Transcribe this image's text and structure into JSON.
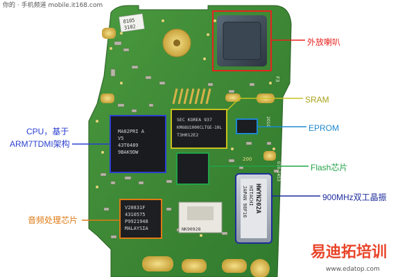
{
  "header_text": "你的 · 手机频道 mobile.it168.com",
  "labels": {
    "cpu_line1": "CPU，基于",
    "cpu_line2": "ARM7TDMI架构",
    "audio": "音频处理芯片",
    "speaker": "外放喇叭",
    "sram": "SRAM",
    "eprom": "EPROM",
    "flash": "Flash芯片",
    "crystal": "900MHz双工晶振"
  },
  "chip_markings": {
    "cpu": [
      "MA02PRI  A",
      "V5",
      "43T0489",
      "9BAK9DW"
    ],
    "sram": [
      "SEC KOREA 937",
      "KM68U1000CLTGE-10L",
      "T3H012E2"
    ],
    "audio": [
      "V20831F",
      "4310575",
      "P9921948",
      "MALAYSIA"
    ],
    "crystal": [
      "HWYN202A",
      "HITACHI",
      "JAPAN 98F16"
    ],
    "module": [
      "NK90928"
    ],
    "sticker": [
      "8105",
      "3102"
    ]
  },
  "board_marks": [
    "F3",
    "2010",
    "070-1453",
    "200"
  ],
  "watermark": {
    "brand": "易迪拓培训",
    "url": "www.edatop.com"
  },
  "colors": {
    "cpu": "#2b3fd1",
    "audio": "#e07a15",
    "speaker": "#e8221d",
    "sram": "#c9c21f",
    "eprom": "#1e88d0",
    "flash": "#22a348",
    "crystal": "#1d2c9a",
    "pcb": "#3f8a36"
  }
}
